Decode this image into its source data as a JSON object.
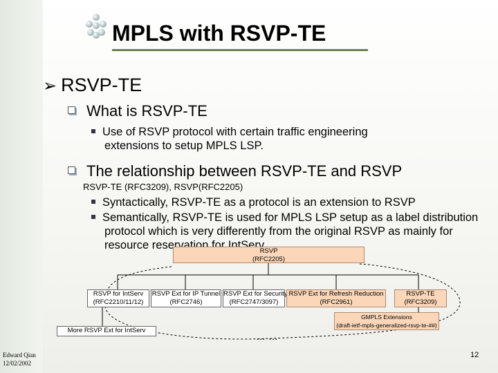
{
  "slide": {
    "title": "MPLS with RSVP-TE",
    "bullet_main": "RSVP-TE",
    "sub1": {
      "heading": "What is RSVP-TE",
      "point_line1": "Use of RSVP protocol with certain traffic engineering",
      "point_line2": "extensions to setup MPLS LSP."
    },
    "sub2": {
      "heading": "The relationship between RSVP-TE and RSVP",
      "note": "RSVP-TE (RFC3209), RSVP(RFC2205)",
      "point1": "Syntactically, RSVP-TE as a protocol is an extension to RSVP",
      "point2_line1": "Semantically, RSVP-TE is used for MPLS LSP setup as a label distribution",
      "point2_line2": "protocol which is very differently from the original RSVP as mainly for",
      "point2_line3": "resource reservation for IntServ"
    }
  },
  "diagram": {
    "root": {
      "line1": "RSVP",
      "line2": "(RFC2205)"
    },
    "children": [
      {
        "line1": "RSVP for IntServ",
        "line2": "(RFC2210/11/12)"
      },
      {
        "line1": "RSVP Ext for IP Tunnel",
        "line2": "(RFC2746)"
      },
      {
        "line1": "RSVP Ext for Security",
        "line2": "(RFC2747/3097)"
      },
      {
        "line1": "RSVP Ext for Refresh Reduction",
        "line2": "(RFC2961)"
      },
      {
        "line1": "RSVP-TE",
        "line2": "(RFC3209)"
      }
    ],
    "gmpls": {
      "line1": "GMPLS Extensions",
      "line2": "(draft-ietf-mpls-generalized-rsvp-te-##)"
    },
    "more": "More RSVP Ext for IntServ",
    "ellipsis": "… …"
  },
  "footer": {
    "author": "Edward Qian",
    "date": "12/02/2002",
    "page": "12"
  },
  "colors": {
    "node_fill": "#fbd6b8",
    "title_rule": "#6a7f4a"
  }
}
